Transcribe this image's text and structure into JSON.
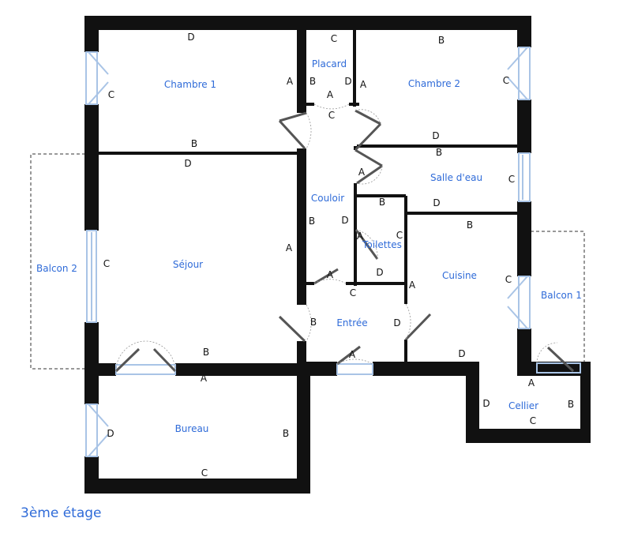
{
  "floor_label": "3ème étage",
  "rooms": {
    "chambre1": "Chambre 1",
    "placard": "Placard",
    "chambre2": "Chambre 2",
    "salle_eau": "Salle d'eau",
    "couloir": "Couloir",
    "toilettes": "Toilettes",
    "sejour": "Séjour",
    "balcon2": "Balcon 2",
    "cuisine": "Cuisine",
    "balcon1": "Balcon 1",
    "entree": "Entrée",
    "bureau": "Bureau",
    "cellier": "Cellier"
  },
  "wall_labels": {
    "chambre1": [
      "D",
      "A",
      "B",
      "C"
    ],
    "placard": [
      "C",
      "B",
      "D",
      "A",
      "C"
    ],
    "chambre2": [
      "B",
      "A",
      "C",
      "D"
    ],
    "sejour": [
      "B",
      "D",
      "C",
      "A",
      "B",
      "A"
    ],
    "couloir": [
      "A",
      "B",
      "D"
    ],
    "salle_eau": [
      "B",
      "C",
      "D"
    ],
    "toilettes": [
      "B",
      "A",
      "C",
      "D"
    ],
    "cuisine": [
      "B",
      "C",
      "A",
      "D"
    ],
    "entree": [
      "C",
      "B",
      "D",
      "A"
    ],
    "bureau": [
      "D",
      "B",
      "C"
    ],
    "cellier": [
      "A",
      "D",
      "B",
      "C"
    ]
  }
}
